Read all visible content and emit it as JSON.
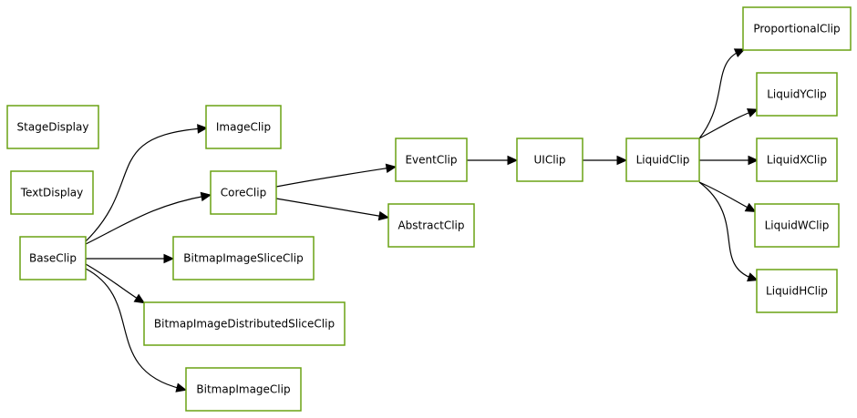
{
  "nodes": [
    {
      "id": "StageDisplay",
      "label": "StageDisplay"
    },
    {
      "id": "TextDisplay",
      "label": "TextDisplay"
    },
    {
      "id": "BaseClip",
      "label": "BaseClip"
    },
    {
      "id": "ImageClip",
      "label": "ImageClip"
    },
    {
      "id": "CoreClip",
      "label": "CoreClip"
    },
    {
      "id": "BitmapImageSliceClip",
      "label": "BitmapImageSliceClip"
    },
    {
      "id": "BitmapImageDistributedSliceClip",
      "label": "BitmapImageDistributedSliceClip"
    },
    {
      "id": "BitmapImageClip",
      "label": "BitmapImageClip"
    },
    {
      "id": "EventClip",
      "label": "EventClip"
    },
    {
      "id": "AbstractClip",
      "label": "AbstractClip"
    },
    {
      "id": "UIClip",
      "label": "UIClip"
    },
    {
      "id": "LiquidClip",
      "label": "LiquidClip"
    },
    {
      "id": "ProportionalClip",
      "label": "ProportionalClip"
    },
    {
      "id": "LiquidYClip",
      "label": "LiquidYClip"
    },
    {
      "id": "LiquidXClip",
      "label": "LiquidXClip"
    },
    {
      "id": "LiquidWClip",
      "label": "LiquidWClip"
    },
    {
      "id": "LiquidHClip",
      "label": "LiquidHClip"
    }
  ],
  "edges": [
    {
      "from": "BaseClip",
      "to": "ImageClip"
    },
    {
      "from": "BaseClip",
      "to": "CoreClip"
    },
    {
      "from": "BaseClip",
      "to": "BitmapImageSliceClip"
    },
    {
      "from": "BaseClip",
      "to": "BitmapImageDistributedSliceClip"
    },
    {
      "from": "BaseClip",
      "to": "BitmapImageClip"
    },
    {
      "from": "CoreClip",
      "to": "EventClip"
    },
    {
      "from": "CoreClip",
      "to": "AbstractClip"
    },
    {
      "from": "EventClip",
      "to": "UIClip"
    },
    {
      "from": "UIClip",
      "to": "LiquidClip"
    },
    {
      "from": "LiquidClip",
      "to": "ProportionalClip"
    },
    {
      "from": "LiquidClip",
      "to": "LiquidYClip"
    },
    {
      "from": "LiquidClip",
      "to": "LiquidXClip"
    },
    {
      "from": "LiquidClip",
      "to": "LiquidWClip"
    },
    {
      "from": "LiquidClip",
      "to": "LiquidHClip"
    }
  ],
  "colors": {
    "node_border": "#6aa214",
    "edge": "#000000",
    "background": "#ffffff"
  }
}
